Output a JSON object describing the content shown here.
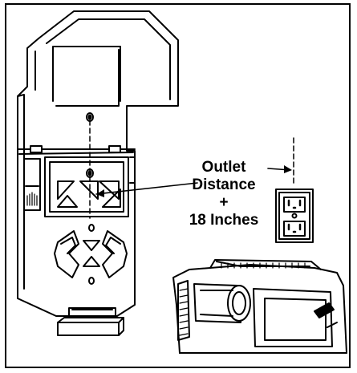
{
  "callout": {
    "line1": "Outlet",
    "line2": "Distance",
    "line3": "+",
    "line4": "18 Inches"
  },
  "colors": {
    "ink": "#000000",
    "paper": "#ffffff"
  }
}
